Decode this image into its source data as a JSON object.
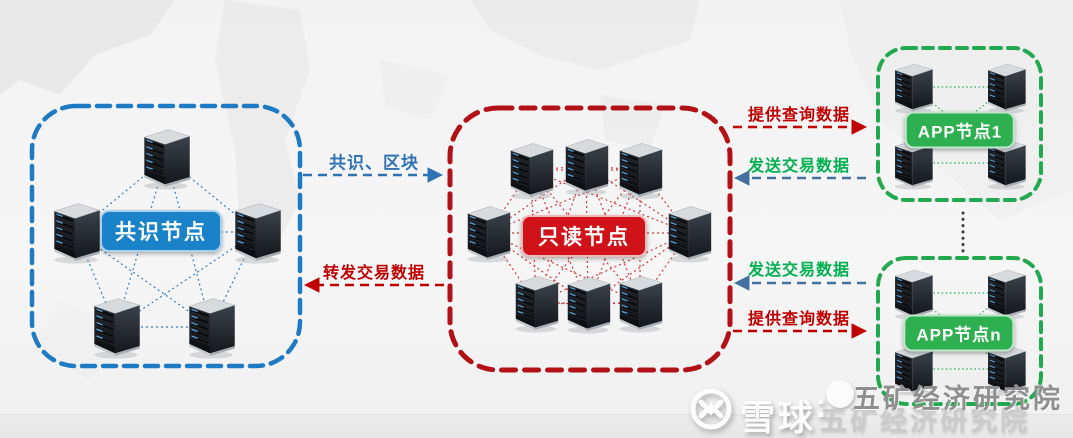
{
  "clusters": [
    {
      "label": "共识节点",
      "node_count": 5,
      "border_color": "#1e7ac2",
      "label_bg": "#1a82c8"
    },
    {
      "label": "只读节点",
      "node_count": 8,
      "border_color": "#b21217",
      "label_bg": "#d01318"
    },
    {
      "label": "APP节点1",
      "node_count": 4,
      "border_color": "#22a84e",
      "label_bg": "#2eb051"
    },
    {
      "label": "APP节点n",
      "node_count": 4,
      "border_color": "#22a84e",
      "label_bg": "#2eb051"
    }
  ],
  "flows": [
    {
      "label": "共识、区块",
      "from": "共识节点",
      "to": "只读节点",
      "label_color": "#2e74b5",
      "arrow_color": "#2e74b5"
    },
    {
      "label": "转发交易数据",
      "from": "只读节点",
      "to": "共识节点",
      "label_color": "#c00000",
      "arrow_color": "#c00000"
    },
    {
      "label": "提供查询数据",
      "from": "只读节点",
      "to": "APP节点1",
      "label_color": "#c00000",
      "arrow_color": "#c00000"
    },
    {
      "label": "发送交易数据",
      "from": "APP节点1",
      "to": "只读节点",
      "label_color": "#00b050",
      "arrow_color": "#41719c"
    },
    {
      "label": "发送交易数据",
      "from": "APP节点n",
      "to": "只读节点",
      "label_color": "#00b050",
      "arrow_color": "#41719c"
    },
    {
      "label": "提供查询数据",
      "from": "只读节点",
      "to": "APP节点n",
      "label_color": "#c00000",
      "arrow_color": "#c00000"
    }
  ],
  "watermark": {
    "brand": "雪球",
    "separator": ":",
    "org": "五矿经济研究院"
  }
}
